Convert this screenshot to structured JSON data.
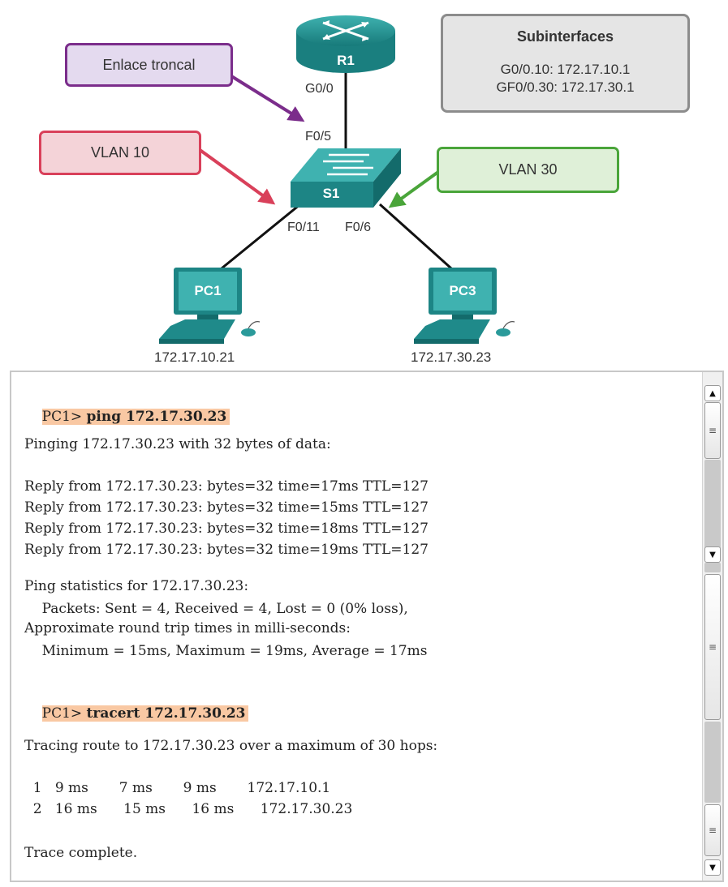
{
  "diagram": {
    "router": {
      "label": "R1",
      "port": "G0/0"
    },
    "switch": {
      "label": "S1",
      "uplink_port": "F0/5",
      "port_pc1": "F0/11",
      "port_pc3": "F0/6"
    },
    "pcs": [
      {
        "label": "PC1",
        "ip": "172.17.10.21"
      },
      {
        "label": "PC3",
        "ip": "172.17.30.23"
      }
    ],
    "callouts": {
      "trunk": "Enlace troncal",
      "vlan10": "VLAN 10",
      "vlan30": "VLAN 30"
    },
    "subinterfaces": {
      "title": "Subinterfaces",
      "lines": [
        "G0/0.10: 172.17.10.1",
        "GF0/0.30: 172.17.30.1"
      ]
    },
    "colors": {
      "trunk": "#7b2d8b",
      "vlan10": "#d9405a",
      "vlan30": "#4aa53a",
      "device": "#1f8a8a",
      "highlight": "#f9c8a3"
    }
  },
  "terminal": {
    "top": {
      "prompt": "PC1>",
      "command": "ping 172.17.30.23",
      "lines": [
        "Pinging 172.17.30.23 with 32 bytes of data:",
        "Reply from 172.17.30.23: bytes=32 time=17ms TTL=127",
        "Reply from 172.17.30.23: bytes=32 time=15ms TTL=127",
        "Reply from 172.17.30.23: bytes=32 time=18ms TTL=127",
        "Reply from 172.17.30.23: bytes=32 time=19ms TTL=127"
      ]
    },
    "bottom": {
      "lines_a": [
        "Ping statistics for 172.17.30.23:",
        "    Packets: Sent = 4, Received = 4, Lost = 0 (0% loss),",
        "Approximate round trip times in milli-seconds:",
        "    Minimum = 15ms, Maximum = 19ms, Average = 17ms"
      ],
      "prompt": "PC1>",
      "command": "tracert 172.17.30.23",
      "tracing": "Tracing route to 172.17.30.23 over a maximum of 30 hops:",
      "hops": [
        "  1   9 ms       7 ms       9 ms       172.17.10.1",
        "  2   16 ms      15 ms      16 ms      172.17.30.23"
      ],
      "complete": "Trace complete."
    }
  }
}
